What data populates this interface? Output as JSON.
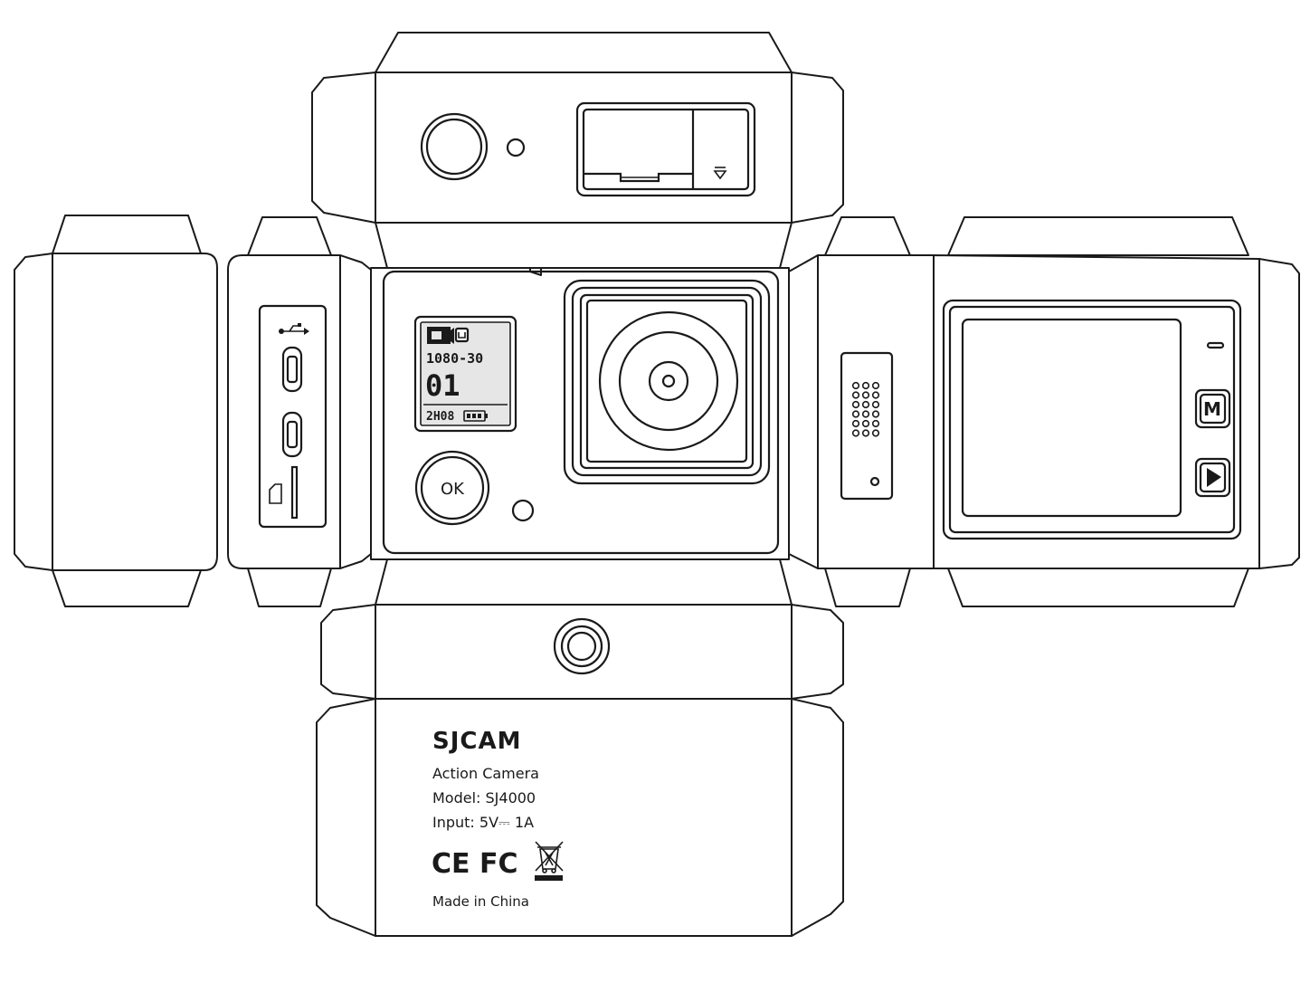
{
  "front": {
    "ok_label": "OK",
    "lcd_resolution": "1080-30",
    "lcd_count": "01",
    "lcd_time": "2H08"
  },
  "back": {
    "m_label": "M"
  },
  "bottom": {
    "brand": "SJCAM",
    "product": "Action Camera",
    "model": "Model: SJ4000",
    "input": "Input: 5V⎓ 1A",
    "ce_mark": "CE",
    "fc_mark": "FC",
    "made_in": "Made in China"
  }
}
